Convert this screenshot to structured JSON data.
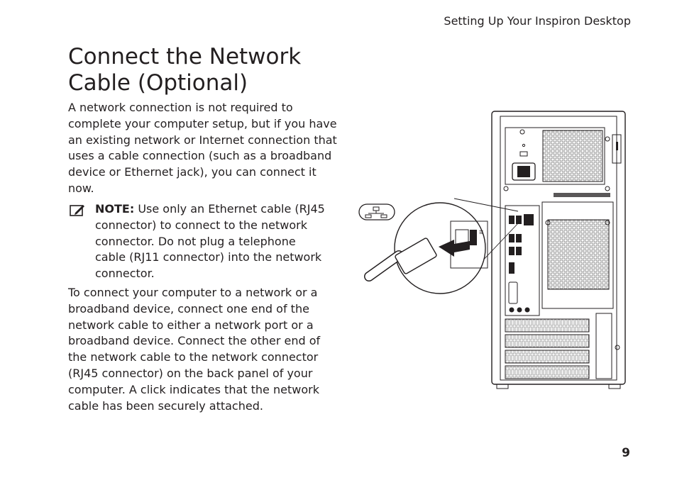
{
  "header": {
    "section_title": "Setting Up Your Inspiron Desktop"
  },
  "page": {
    "title": "Connect the Network Cable (Optional)",
    "paragraph_1": "A network connection is not required to complete your computer setup, but if you have an existing network or Internet connection that uses a cable connection (such as a broadband device or Ethernet jack), you can connect it now.",
    "note": {
      "icon": "note-pencil-icon",
      "label": "NOTE:",
      "text": "Use only an Ethernet cable (RJ45 connector) to connect to the network connector. Do not plug a telephone cable (RJ11 connector) into the network connector."
    },
    "paragraph_2": "To connect your computer to a network or a broadband device, connect one end of the network cable to either a network port or a broadband device. Connect the other end of the network cable to the network connector (RJ45 connector) on the back panel of your computer. A click indicates that the network cable has been securely attached.",
    "page_number": "9"
  },
  "illustration": {
    "network_symbol": "network-port-icon",
    "subject": "computer-back-panel"
  }
}
